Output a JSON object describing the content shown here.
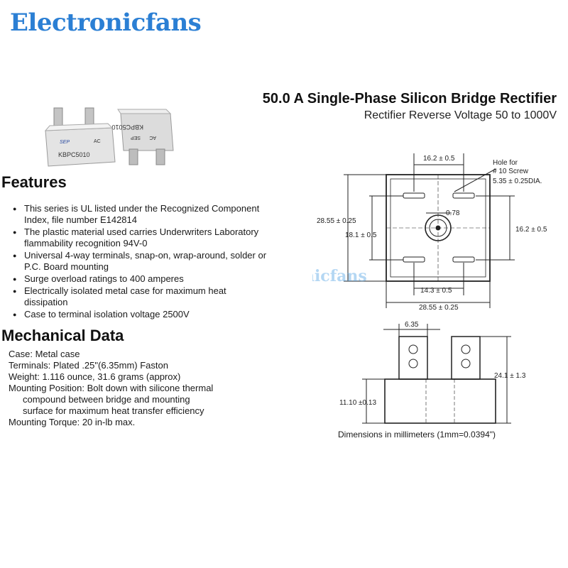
{
  "brand": "Electronicfans",
  "header": {
    "title": "50.0 A Single-Phase Silicon Bridge Rectifier",
    "subtitle": "Rectifier Reverse Voltage 50 to 1000V"
  },
  "photo": {
    "part_label_front": "KBPC5010",
    "part_label_back": "KBPC5010",
    "mark_front": "SEP",
    "ac_front": "AC",
    "mark_back": "SEP",
    "ac_back": "AC"
  },
  "features": {
    "heading": "Features",
    "items": [
      "This series is UL listed under the Recognized Component Index, file number E142814",
      "The plastic material used carries Underwriters Laboratory flammability recognition 94V-0",
      "Universal 4-way terminals, snap-on, wrap-around, solder or P.C. Board mounting",
      "Surge overload ratings to 400 amperes",
      "Electrically isolated metal case for maximum heat dissipation",
      "Case to terminal isolation voltage 2500V"
    ]
  },
  "mechanical": {
    "heading": "Mechanical Data",
    "lines": [
      "Case: Metal case",
      "Terminals: Plated .25\"(6.35mm) Faston",
      "Weight: 1.116 ounce, 31.6 grams (approx)",
      "Mounting Position: Bolt down with silicone thermal",
      "compound between bridge and mounting",
      "surface for maximum heat transfer efficiency",
      "Mounting Torque: 20 in-lb max."
    ]
  },
  "drawing": {
    "dim_top": "16.2 ± 0.5",
    "hole_line1": "Hole for",
    "hole_line2": "# 10 Screw",
    "hole_line3": "5.35 ± 0.25DIA.",
    "dim_left_outer": "28.55 ± 0.25",
    "dim_left_inner": "18.1 ± 0.5",
    "dim_hole": "0.78",
    "dim_right": "16.2 ± 0.5",
    "dim_bottom_inner": "14.3 ± 0.5",
    "dim_bottom_outer": "28.55 ± 0.25",
    "watermark": "Electronicfans"
  },
  "side_view": {
    "dim_terminal": "6.35",
    "dim_height": "24.1 ± 1.3",
    "dim_body": "11.10 ±0.13"
  },
  "dims_note": "Dimensions in millimeters (1mm=0.0394\")"
}
